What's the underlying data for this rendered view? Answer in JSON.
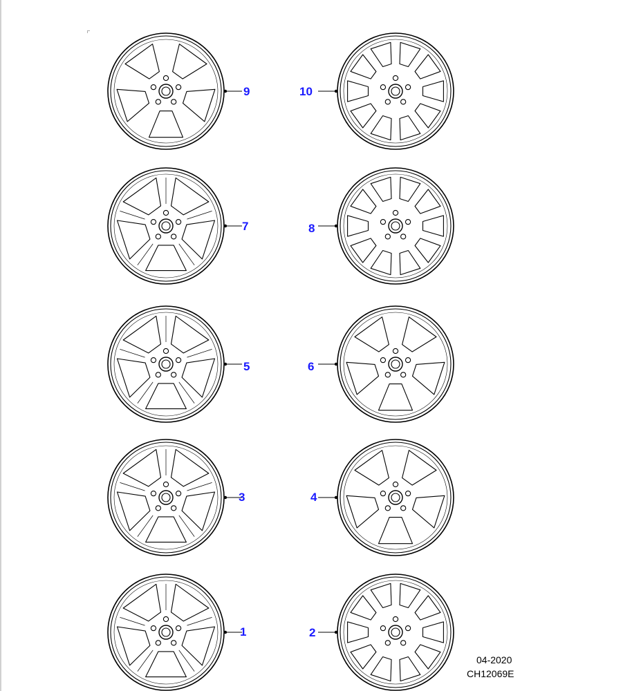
{
  "wheels": [
    {
      "callout": "9",
      "spokes": 5,
      "split": false
    },
    {
      "callout": "10",
      "spokes": 10,
      "split": true
    },
    {
      "callout": "7",
      "spokes": 5,
      "split": true
    },
    {
      "callout": "8",
      "spokes": 10,
      "split": true
    },
    {
      "callout": "5",
      "spokes": 5,
      "split": true
    },
    {
      "callout": "6",
      "spokes": 5,
      "split": false
    },
    {
      "callout": "3",
      "spokes": 5,
      "split": true
    },
    {
      "callout": "4",
      "spokes": 5,
      "split": false
    },
    {
      "callout": "1",
      "spokes": 5,
      "split": true
    },
    {
      "callout": "2",
      "spokes": 10,
      "split": true
    }
  ],
  "footer": {
    "date": "04-2020",
    "code": "CH12069E"
  },
  "colors": {
    "callout": "#1a1aff",
    "line": "#000000"
  }
}
